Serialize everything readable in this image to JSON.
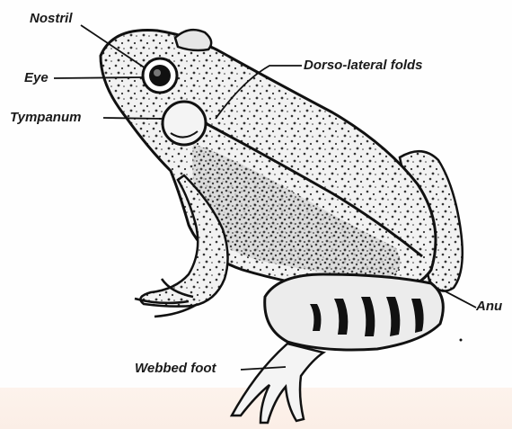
{
  "diagram": {
    "labels": {
      "nostril": "Nostril",
      "eye": "Eye",
      "tympanum": "Tympanum",
      "dorso_lateral_folds": "Dorso-lateral folds",
      "anus": "Anu",
      "webbed_foot": "Webbed foot"
    },
    "colors": {
      "ink": "#1a1a1a",
      "paper": "#fefefe",
      "bottom_band": "#fbeee6"
    }
  }
}
